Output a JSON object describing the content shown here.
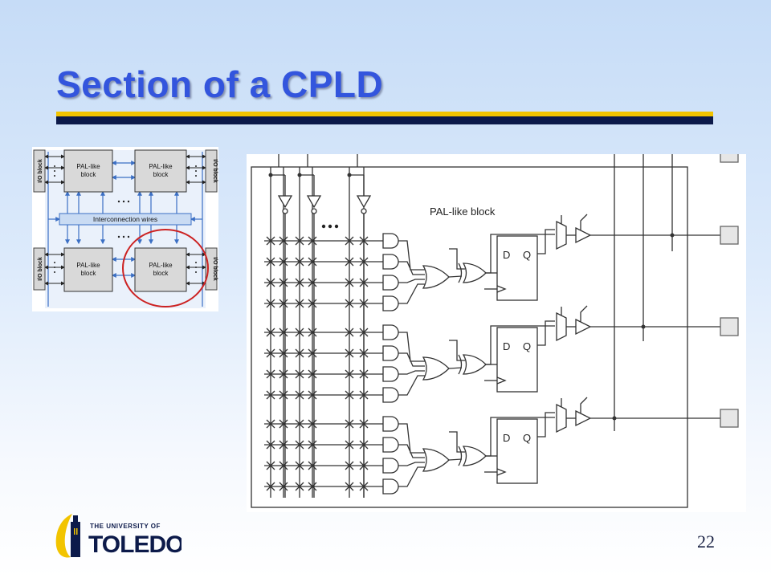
{
  "slide": {
    "title": "Section of a CPLD",
    "page_number": "22"
  },
  "overview": {
    "io_block_label": "I/O block",
    "pal_block_label_line1": "PAL-like",
    "pal_block_label_line2": "block",
    "interconnect_label": "Interconnection wires",
    "highlight_color": "#cc2222",
    "accent_color": "#3b6fc4"
  },
  "schematic": {
    "block_label": "PAL-like block",
    "flipflop_d": "D",
    "flipflop_q": "Q"
  },
  "logo": {
    "line1": "THE UNIVERSITY OF",
    "line2": "TOLEDO"
  }
}
